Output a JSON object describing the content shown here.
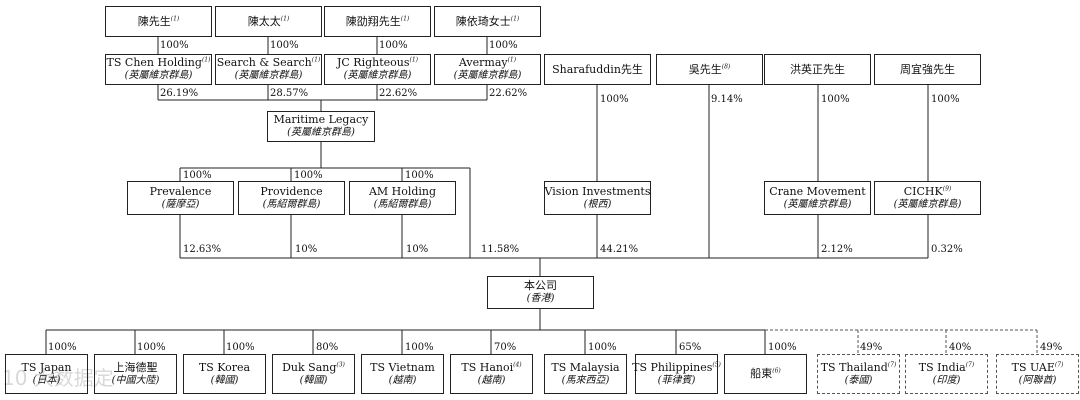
{
  "entities": [
    {
      "id": "chen",
      "name": "陳先生",
      "note": "(1)"
    },
    {
      "id": "mrs_chen",
      "name": "陳太太",
      "note": "(1)"
    },
    {
      "id": "chen_jinxiang",
      "name": "陳劭翔先生",
      "note": "(1)"
    },
    {
      "id": "chen_yiqi",
      "name": "陳依琦女士",
      "note": "(1)"
    },
    {
      "id": "ts_chen",
      "name": "TS Chen Holding",
      "note": "(1)",
      "jurisdiction": "(英屬維京群島)"
    },
    {
      "id": "search",
      "name": "Search & Search",
      "note": "(1)",
      "jurisdiction": "(英屬維京群島)"
    },
    {
      "id": "jc",
      "name": "JC Righteous",
      "note": "(1)",
      "jurisdiction": "(英屬維京群島)"
    },
    {
      "id": "avermay",
      "name": "Avermay",
      "note": "(1)",
      "jurisdiction": "(英屬維京群島)"
    },
    {
      "id": "sharafuddin",
      "name": "Sharafuddin先生"
    },
    {
      "id": "wu",
      "name": "吳先生",
      "note": "(8)"
    },
    {
      "id": "hong",
      "name": "洪英正先生"
    },
    {
      "id": "zhou",
      "name": "周宜強先生"
    },
    {
      "id": "maritime",
      "name": "Maritime Legacy",
      "jurisdiction": "(英屬維京群島)"
    },
    {
      "id": "prevalence",
      "name": "Prevalence",
      "jurisdiction": "(薩摩亞)"
    },
    {
      "id": "providence",
      "name": "Providence",
      "jurisdiction": "(馬紹爾群島)"
    },
    {
      "id": "am",
      "name": "AM Holding",
      "jurisdiction": "(馬紹爾群島)"
    },
    {
      "id": "vision",
      "name": "Vision Investments",
      "jurisdiction": "(根西)"
    },
    {
      "id": "crane",
      "name": "Crane Movement",
      "jurisdiction": "(英屬維京群島)"
    },
    {
      "id": "cichk",
      "name": "CICHK",
      "note": "(9)",
      "jurisdiction": "(英屬維京群島)"
    },
    {
      "id": "company",
      "name": "本公司",
      "jurisdiction": "(香港)"
    },
    {
      "id": "ts_japan",
      "name": "TS Japan",
      "jurisdiction": "(日本)"
    },
    {
      "id": "shanghai",
      "name": "上海德聖",
      "jurisdiction": "(中國大陸)"
    },
    {
      "id": "ts_korea",
      "name": "TS Korea",
      "jurisdiction": "(韓國)"
    },
    {
      "id": "duk_sang",
      "name": "Duk Sang",
      "note": "(3)",
      "jurisdiction": "(韓國)"
    },
    {
      "id": "ts_vietnam",
      "name": "TS Vietnam",
      "jurisdiction": "(越南)"
    },
    {
      "id": "ts_hanoi",
      "name": "TS Hanoi",
      "note": "(4)",
      "jurisdiction": "(越南)"
    },
    {
      "id": "ts_malaysia",
      "name": "TS Malaysia",
      "jurisdiction": "(馬來西亞)"
    },
    {
      "id": "ts_philippines",
      "name": "TS Philippines",
      "note": "(5)",
      "jurisdiction": "(菲律賓)"
    },
    {
      "id": "chuandong",
      "name": "船東",
      "note": "(6)"
    },
    {
      "id": "ts_thailand",
      "name": "TS Thailand",
      "note": "(7)",
      "jurisdiction": "(泰國)",
      "dashed": true
    },
    {
      "id": "ts_india",
      "name": "TS India",
      "note": "(7)",
      "jurisdiction": "(印度)",
      "dashed": true
    },
    {
      "id": "ts_uae",
      "name": "TS UAE",
      "note": "(7)",
      "jurisdiction": "(阿聯酋)",
      "dashed": true
    }
  ],
  "ownership_labels": {
    "chen": "100%",
    "mrs_chen": "100%",
    "chen_jinxiang": "100%",
    "chen_yiqi": "100%",
    "ts_chen": "26.19%",
    "search": "28.57%",
    "jc": "22.62%",
    "avermay": "22.62%",
    "sharafuddin": "100%",
    "wu": "9.14%",
    "hong": "100%",
    "zhou": "100%",
    "prevalence_parent": "100%",
    "providence_parent": "100%",
    "am_parent": "100%",
    "prevalence": "12.63%",
    "providence": "10%",
    "am": "10%",
    "maritime": "11.58%",
    "vision": "44.21%",
    "crane": "2.12%",
    "cichk": "0.32%",
    "ts_japan": "100%",
    "shanghai": "100%",
    "ts_korea": "100%",
    "duk_sang": "80%",
    "ts_vietnam": "100%",
    "ts_hanoi": "70%",
    "ts_malaysia": "100%",
    "ts_philippines": "65%",
    "chuandong": "100%",
    "ts_thailand": "49%",
    "ts_india": "40%",
    "ts_uae": "49%"
  },
  "watermark": "10 大数据定"
}
